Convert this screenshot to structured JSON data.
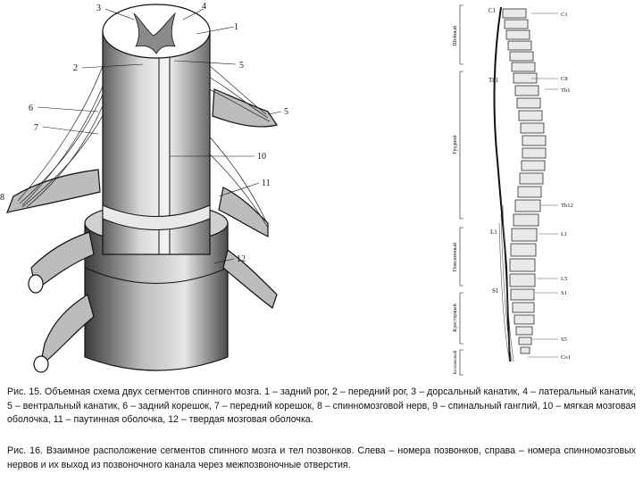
{
  "figure_left": {
    "labels": [
      "1",
      "2",
      "3",
      "4",
      "5",
      "5",
      "6",
      "7",
      "8",
      "10",
      "11",
      "12"
    ]
  },
  "figure_right": {
    "left_labels": [
      "C1",
      "Th1",
      "L1",
      "S1"
    ],
    "right_labels": [
      "C1",
      "C8",
      "Th1",
      "Th12",
      "L1",
      "L5",
      "S1",
      "S5",
      "Co1"
    ],
    "region_labels": [
      "Шейный",
      "Грудной",
      "Поясничный",
      "Крестцовый",
      "Копчиковый"
    ]
  },
  "captions": {
    "fig15": "Рис. 15. Объемная схема двух сегментов спинного мозга. 1 – задний рог, 2 – передний рог, 3 – дорсальный канатик, 4 – латеральный канатик, 5 – вентральный канатик, 6 – задний корешок, 7 – передний корешок, 8 – спинномозговой нерв, 9 – спинальный ганглий, 10 – мягкая мозговая оболочка, 11 – паутинная оболочка, 12 – твердая мозговая оболочка.",
    "fig16": "Рис. 16. Взаимное расположение сегментов спинного мозга и тел позвонков. Слева – номера позвонков, справа – номера спинномозговых нервов и их выход из позвоночного канала через межпозвоночные отверстия."
  },
  "colors": {
    "ink": "#111111",
    "paper": "#ffffff",
    "shade": "#9a9a9a"
  }
}
